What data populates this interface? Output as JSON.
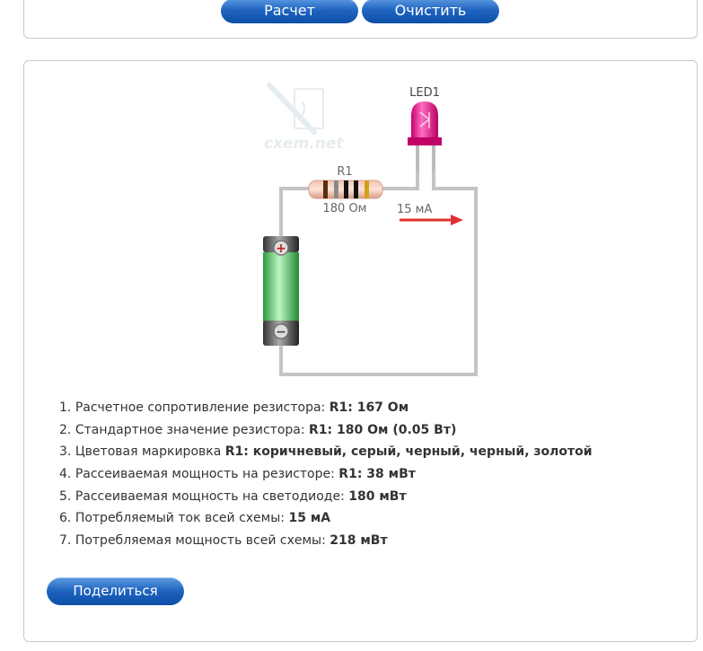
{
  "buttons": {
    "calc": "Расчет",
    "clear": "Очистить",
    "share": "Поделиться"
  },
  "diagram": {
    "watermark": "cxem.net",
    "led_label": "LED1",
    "resistor_label": "R1",
    "resistor_value": "180 Ом",
    "current_label": "15 мА",
    "battery_plus": "+",
    "battery_minus": "−",
    "band_colors": [
      "#5a2d0c",
      "#8a8a8a",
      "#111111",
      "#111111",
      "#d4a017"
    ]
  },
  "results": [
    {
      "num": "1.",
      "text": "Расчетное сопротивление резистора: ",
      "value": "R1: 167 Ом"
    },
    {
      "num": "2.",
      "text": "Стандартное значение резистора: ",
      "value": "R1: 180 Ом (0.05 Вт)"
    },
    {
      "num": "3.",
      "text": "Цветовая маркировка ",
      "value": "R1: коричневый, серый, черный, черный, золотой"
    },
    {
      "num": "4.",
      "text": "Рассеиваемая мощность на резисторе: ",
      "value": "R1: 38 мВт"
    },
    {
      "num": "5.",
      "text": "Рассеиваемая мощность на светодиоде: ",
      "value": "180 мВт"
    },
    {
      "num": "6.",
      "text": "Потребляемый ток всей схемы: ",
      "value": "15 мА"
    },
    {
      "num": "7.",
      "text": "Потребляемая мощность всей схемы: ",
      "value": "218 мВт"
    }
  ]
}
